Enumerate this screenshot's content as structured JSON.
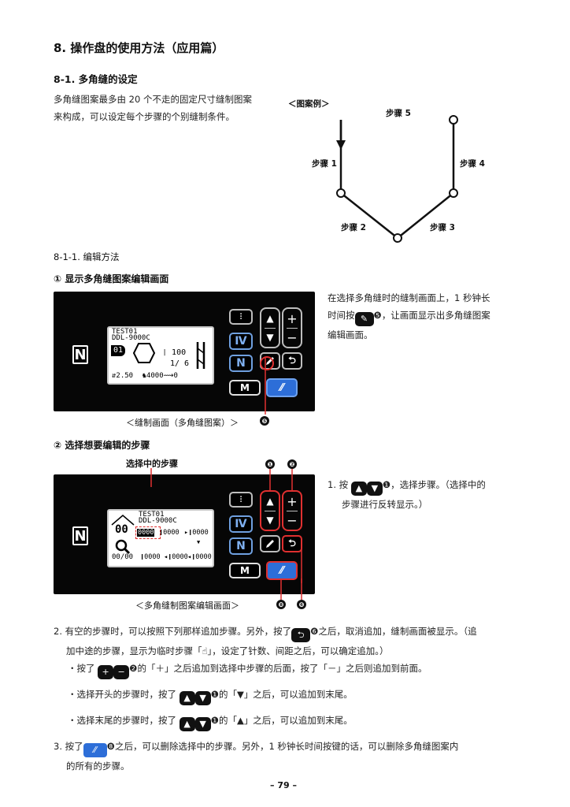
{
  "heading": "8. 操作盘的使用方法（应用篇）",
  "section_8_1": "8-1. 多角缝的设定",
  "intro_line1": "多角缝图案最多由 20 个不走的固定尺寸缝制图案",
  "intro_line2": "来构成，可以设定每个步骤的个别缝制条件。",
  "diagram": {
    "example_label": "＜图案例＞",
    "step1": "步骤 1",
    "step2": "步骤 2",
    "step3": "步骤 3",
    "step4": "步骤 4",
    "step5": "步骤 5"
  },
  "section_8_1_1": "8-1-1. 编辑方法",
  "sub1_title": "① 显示多角缝图案编辑画面",
  "panel1": {
    "line1": "TEST01",
    "line2": "DDL-9000C",
    "value1": "100",
    "value2": "1/ 6",
    "bottom1": "2.50",
    "bottom2": "4000",
    "bottom3": "0",
    "caption": "＜缝制画面（多角缝图案）＞",
    "callout": "❺"
  },
  "desc1_line1": "在选择多角缝时的缝制画面上，1 秒钟长",
  "desc1_line2_a": "时间按",
  "desc1_line2_b": "，让画面显示出多角缝图案",
  "desc1_line3": "编辑画面。",
  "sub2_title": "② 选择想要编辑的步骤",
  "panel2": {
    "selected_label": "选择中的步骤",
    "line1": "TEST01",
    "line2": "DDL-9000C",
    "step_no": "00",
    "cell1": "0000",
    "cell2": "0000",
    "cell3": "0000",
    "cell4": "0000",
    "cell5": "0000",
    "cell6": "0000",
    "counter": "00/00",
    "caption": "＜多角缝制图案编辑画面＞",
    "callout1": "❶",
    "callout2": "❷",
    "callout8": "❽",
    "callout6": "❻"
  },
  "desc2_a": "1. 按",
  "desc2_b": "，选择步骤。（选择中的",
  "desc2_line2": "步骤进行反转显示。）",
  "item2_a": "2. 有空的步骤时，可以按照下列那样追加步骤。另外，按了",
  "item2_b": "之后，取消追加，缝制画面被显示。（追",
  "item2_line2": "加中途的步骤，显示为临时步骤「",
  "item2_line2_b": "」，设定了针数、间距之后，可以确定追加。）",
  "bullet1_a": "・按了",
  "bullet1_b": "的「＋」之后追加到选择中步骤的后面，按了「－」之后则追加到前面。",
  "bullet2_a": "・选择开头的步骤时，按了",
  "bullet2_b": "的「▼」之后，可以追加到末尾。",
  "bullet3_a": "・选择末尾的步骤时，按了",
  "bullet3_b": "的「▲」之后，可以追加到末尾。",
  "item3_a": "3. 按了",
  "item3_b": "之后，可以删除选择中的步骤。另外，1 秒钟长时间按键的话，可以删除多角缝图案内",
  "item3_line2": "的所有的步骤。",
  "page_number": "– 79 –",
  "n6": "❻",
  "n2": "❷",
  "n1": "❶",
  "n8": "❽",
  "n5": "❺"
}
